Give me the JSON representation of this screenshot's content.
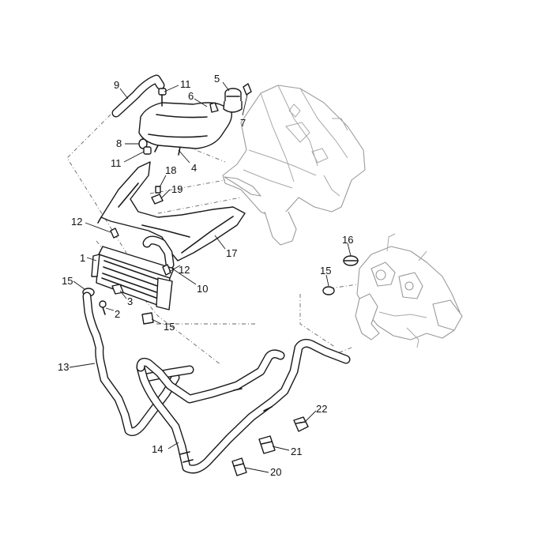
{
  "callouts": [
    {
      "id": "9",
      "text": "9"
    },
    {
      "id": "11a",
      "text": "11"
    },
    {
      "id": "5",
      "text": "5"
    },
    {
      "id": "6",
      "text": "6"
    },
    {
      "id": "7",
      "text": "7"
    },
    {
      "id": "8",
      "text": "8"
    },
    {
      "id": "11b",
      "text": "11"
    },
    {
      "id": "4",
      "text": "4"
    },
    {
      "id": "18",
      "text": "18"
    },
    {
      "id": "19",
      "text": "19"
    },
    {
      "id": "12a",
      "text": "12"
    },
    {
      "id": "17",
      "text": "17"
    },
    {
      "id": "1",
      "text": "1"
    },
    {
      "id": "16",
      "text": "16"
    },
    {
      "id": "15a",
      "text": "15"
    },
    {
      "id": "15b",
      "text": "15"
    },
    {
      "id": "12b",
      "text": "12"
    },
    {
      "id": "10",
      "text": "10"
    },
    {
      "id": "3",
      "text": "3"
    },
    {
      "id": "2",
      "text": "2"
    },
    {
      "id": "15c",
      "text": "15"
    },
    {
      "id": "13",
      "text": "13"
    },
    {
      "id": "22",
      "text": "22"
    },
    {
      "id": "14",
      "text": "14"
    },
    {
      "id": "21",
      "text": "21"
    },
    {
      "id": "20",
      "text": "20"
    }
  ]
}
